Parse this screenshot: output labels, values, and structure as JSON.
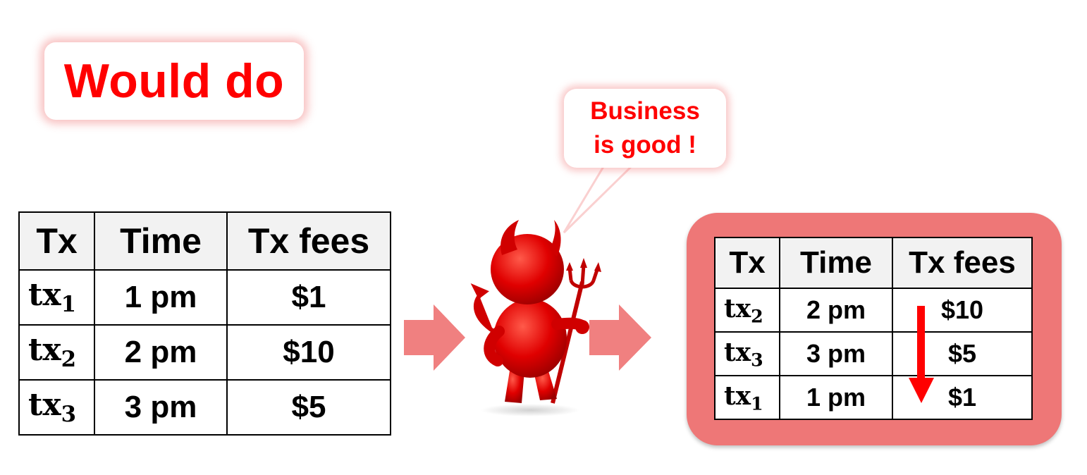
{
  "title": "Would do",
  "speech_bubble": {
    "line1": "Business",
    "line2": "is good !"
  },
  "headers": [
    "Tx",
    "Time",
    "Tx fees"
  ],
  "before_table": {
    "rows": [
      {
        "tx": "tx",
        "sub": "1",
        "time": "1 pm",
        "fee": "$1"
      },
      {
        "tx": "tx",
        "sub": "2",
        "time": "2 pm",
        "fee": "$10"
      },
      {
        "tx": "tx",
        "sub": "3",
        "time": "3 pm",
        "fee": "$5"
      }
    ]
  },
  "after_table": {
    "rows": [
      {
        "tx": "tx",
        "sub": "2",
        "time": "2 pm",
        "fee": "$10"
      },
      {
        "tx": "tx",
        "sub": "3",
        "time": "3 pm",
        "fee": "$5"
      },
      {
        "tx": "tx",
        "sub": "1",
        "time": "1 pm",
        "fee": "$1"
      }
    ]
  },
  "icons": {
    "arrow_left": "right-arrow-icon",
    "arrow_right": "right-arrow-icon",
    "character": "devil-with-pitchfork-icon",
    "sort_arrow": "down-arrow-icon"
  },
  "colors": {
    "accent_red": "#ff0000",
    "panel_pink": "#ee7777",
    "arrow_pink": "#f08080",
    "devil_red": "#e00000"
  }
}
